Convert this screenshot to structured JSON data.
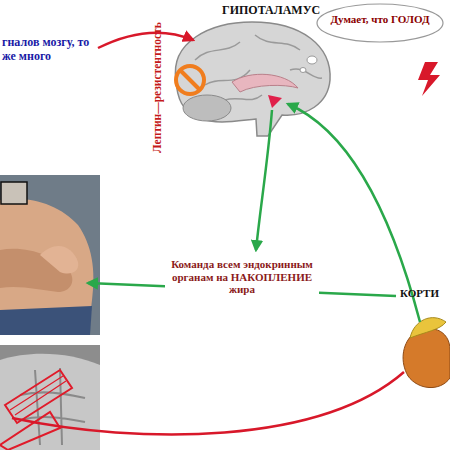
{
  "diagram": {
    "nodes": [
      {
        "text": [
          "Думает, что ГОЛОД"
        ]
      }
    ],
    "labels": [
      "гналов мозгу, то же много",
      "Лептин—резистентность",
      "ГИПОТАЛАМУС",
      "Команда всем эндокринным органам на НАКОПЛЕНИЕ жира",
      "КОРТИ"
    ]
  }
}
